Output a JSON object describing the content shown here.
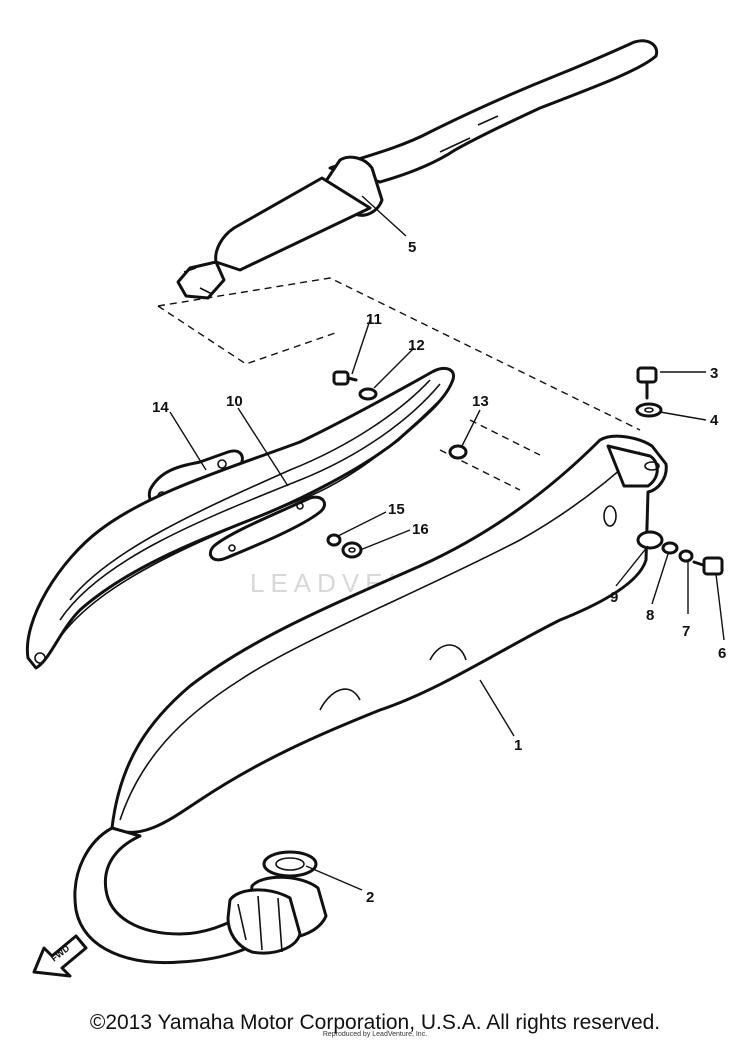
{
  "callouts": [
    {
      "label": "1"
    },
    {
      "label": "2"
    },
    {
      "label": "3"
    },
    {
      "label": "4"
    },
    {
      "label": "5"
    },
    {
      "label": "6"
    },
    {
      "label": "7"
    },
    {
      "label": "8"
    },
    {
      "label": "9"
    },
    {
      "label": "10"
    },
    {
      "label": "11"
    },
    {
      "label": "12"
    },
    {
      "label": "13"
    },
    {
      "label": "14"
    },
    {
      "label": "15"
    },
    {
      "label": "16"
    }
  ],
  "fwd_label": "FWD",
  "watermark": "LEADVENTURE",
  "copyright": "©2013 Yamaha Motor Corporation, U.S.A. All rights reserved.",
  "reproduced": "Reproduced by LeadVenture, Inc.",
  "colors": {
    "ink": "#111111",
    "paper": "#ffffff",
    "watermark": "#d8d8d8"
  }
}
